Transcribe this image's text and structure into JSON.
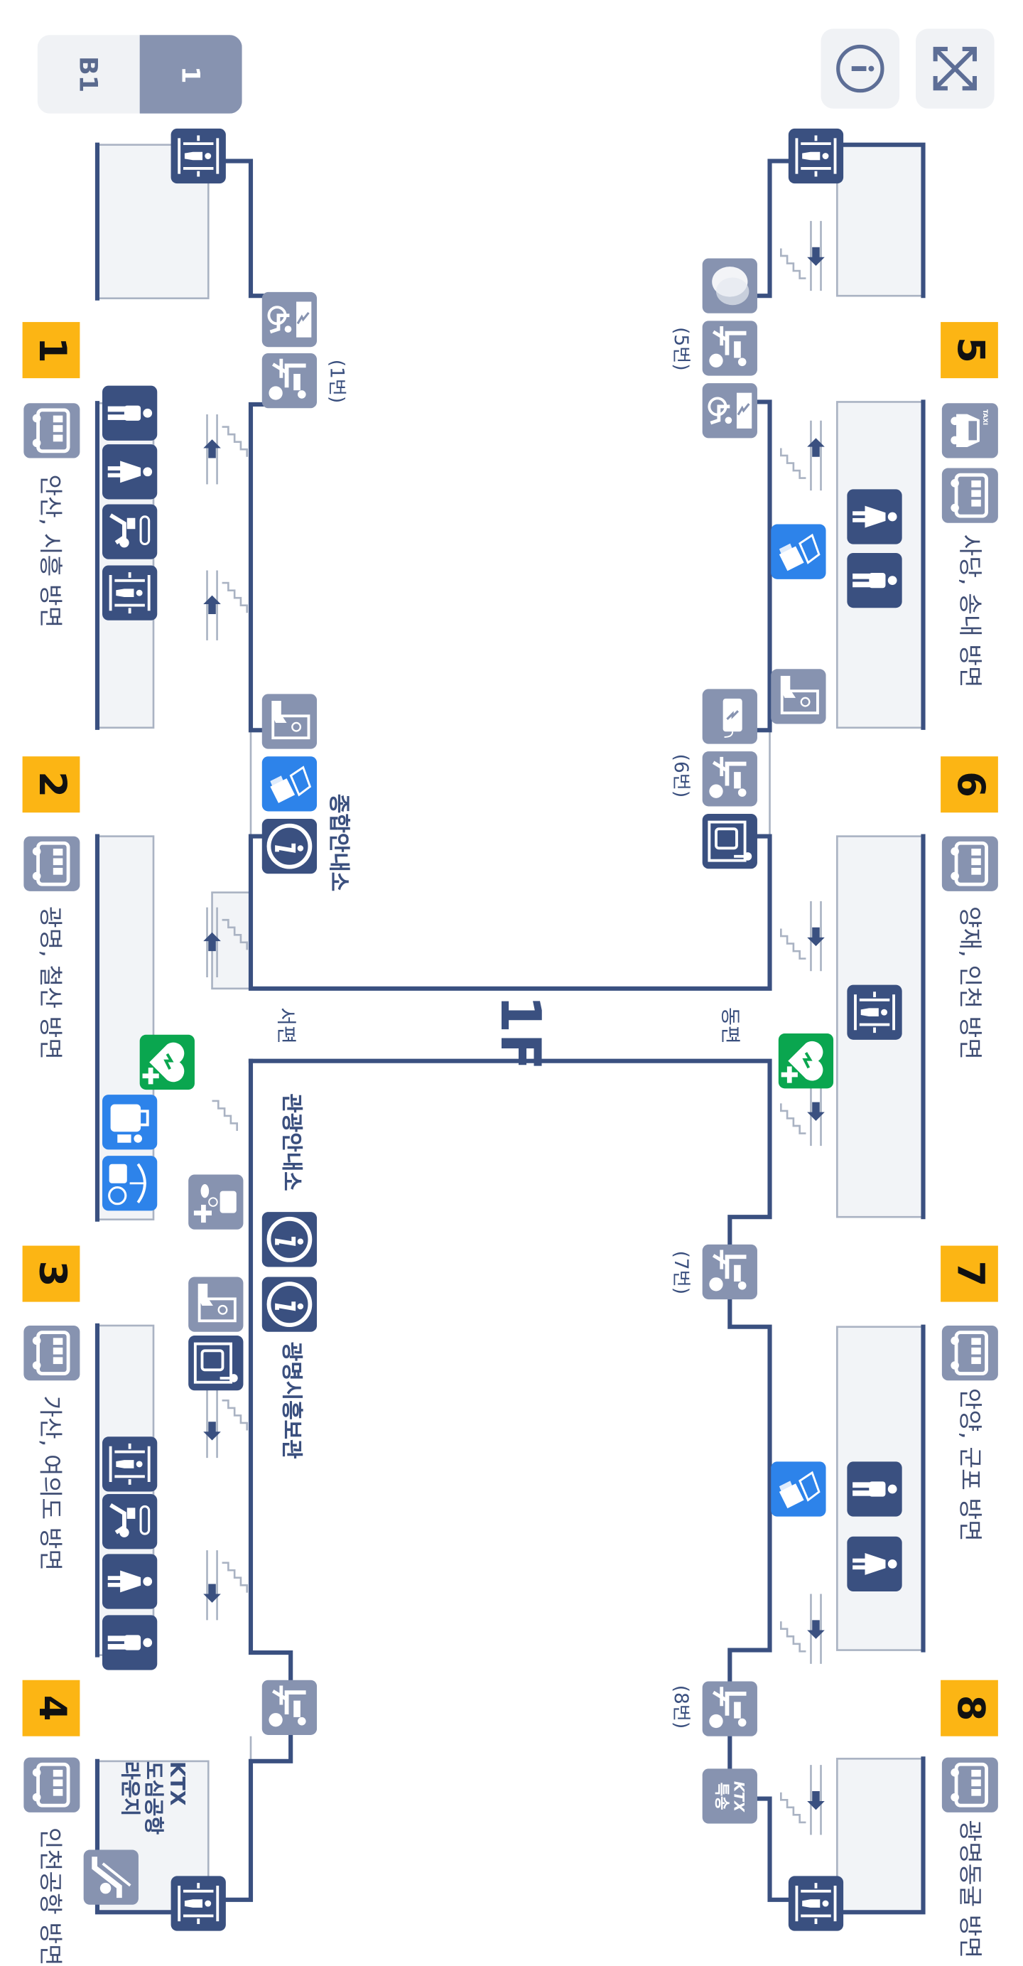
{
  "floor_selector": {
    "options": [
      "B1",
      "1"
    ],
    "active": "1"
  },
  "floor_label": "1F",
  "sides": {
    "west": "서편",
    "east": "동편"
  },
  "exits": [
    {
      "number": "1",
      "direction": "안산, 시흥 방면"
    },
    {
      "number": "2",
      "direction": "광명, 철산 방면"
    },
    {
      "number": "3",
      "direction": "가산, 여의도 방면"
    },
    {
      "number": "4",
      "direction": "인천공항 방면"
    },
    {
      "number": "5",
      "direction": "사당, 송내 방면"
    },
    {
      "number": "6",
      "direction": "양재, 인천 방면"
    },
    {
      "number": "7",
      "direction": "안양, 군포 방면"
    },
    {
      "number": "8",
      "direction": "광명동굴 방면"
    }
  ],
  "exit_refs": [
    "(1번)",
    "(5번)",
    "(6번)",
    "(7번)",
    "(8번)"
  ],
  "facilities": {
    "general_info": "종합안내소",
    "tourist_info": "관광안내소",
    "gm_info": "광명시흥보관",
    "ktx_lounge": [
      "KTX",
      "도심공항",
      "라운지"
    ],
    "ktx_express": {
      "logo": "KTX",
      "label": "특송"
    },
    "taxi": "TAXI"
  },
  "colors": {
    "wall": "#3a5080",
    "exit_badge": "#fcb514",
    "facility_gray": "#8793b0",
    "facility_blue": "#2d83ea",
    "aed_green": "#0aa64f",
    "room_fill": "#f2f4f7"
  }
}
